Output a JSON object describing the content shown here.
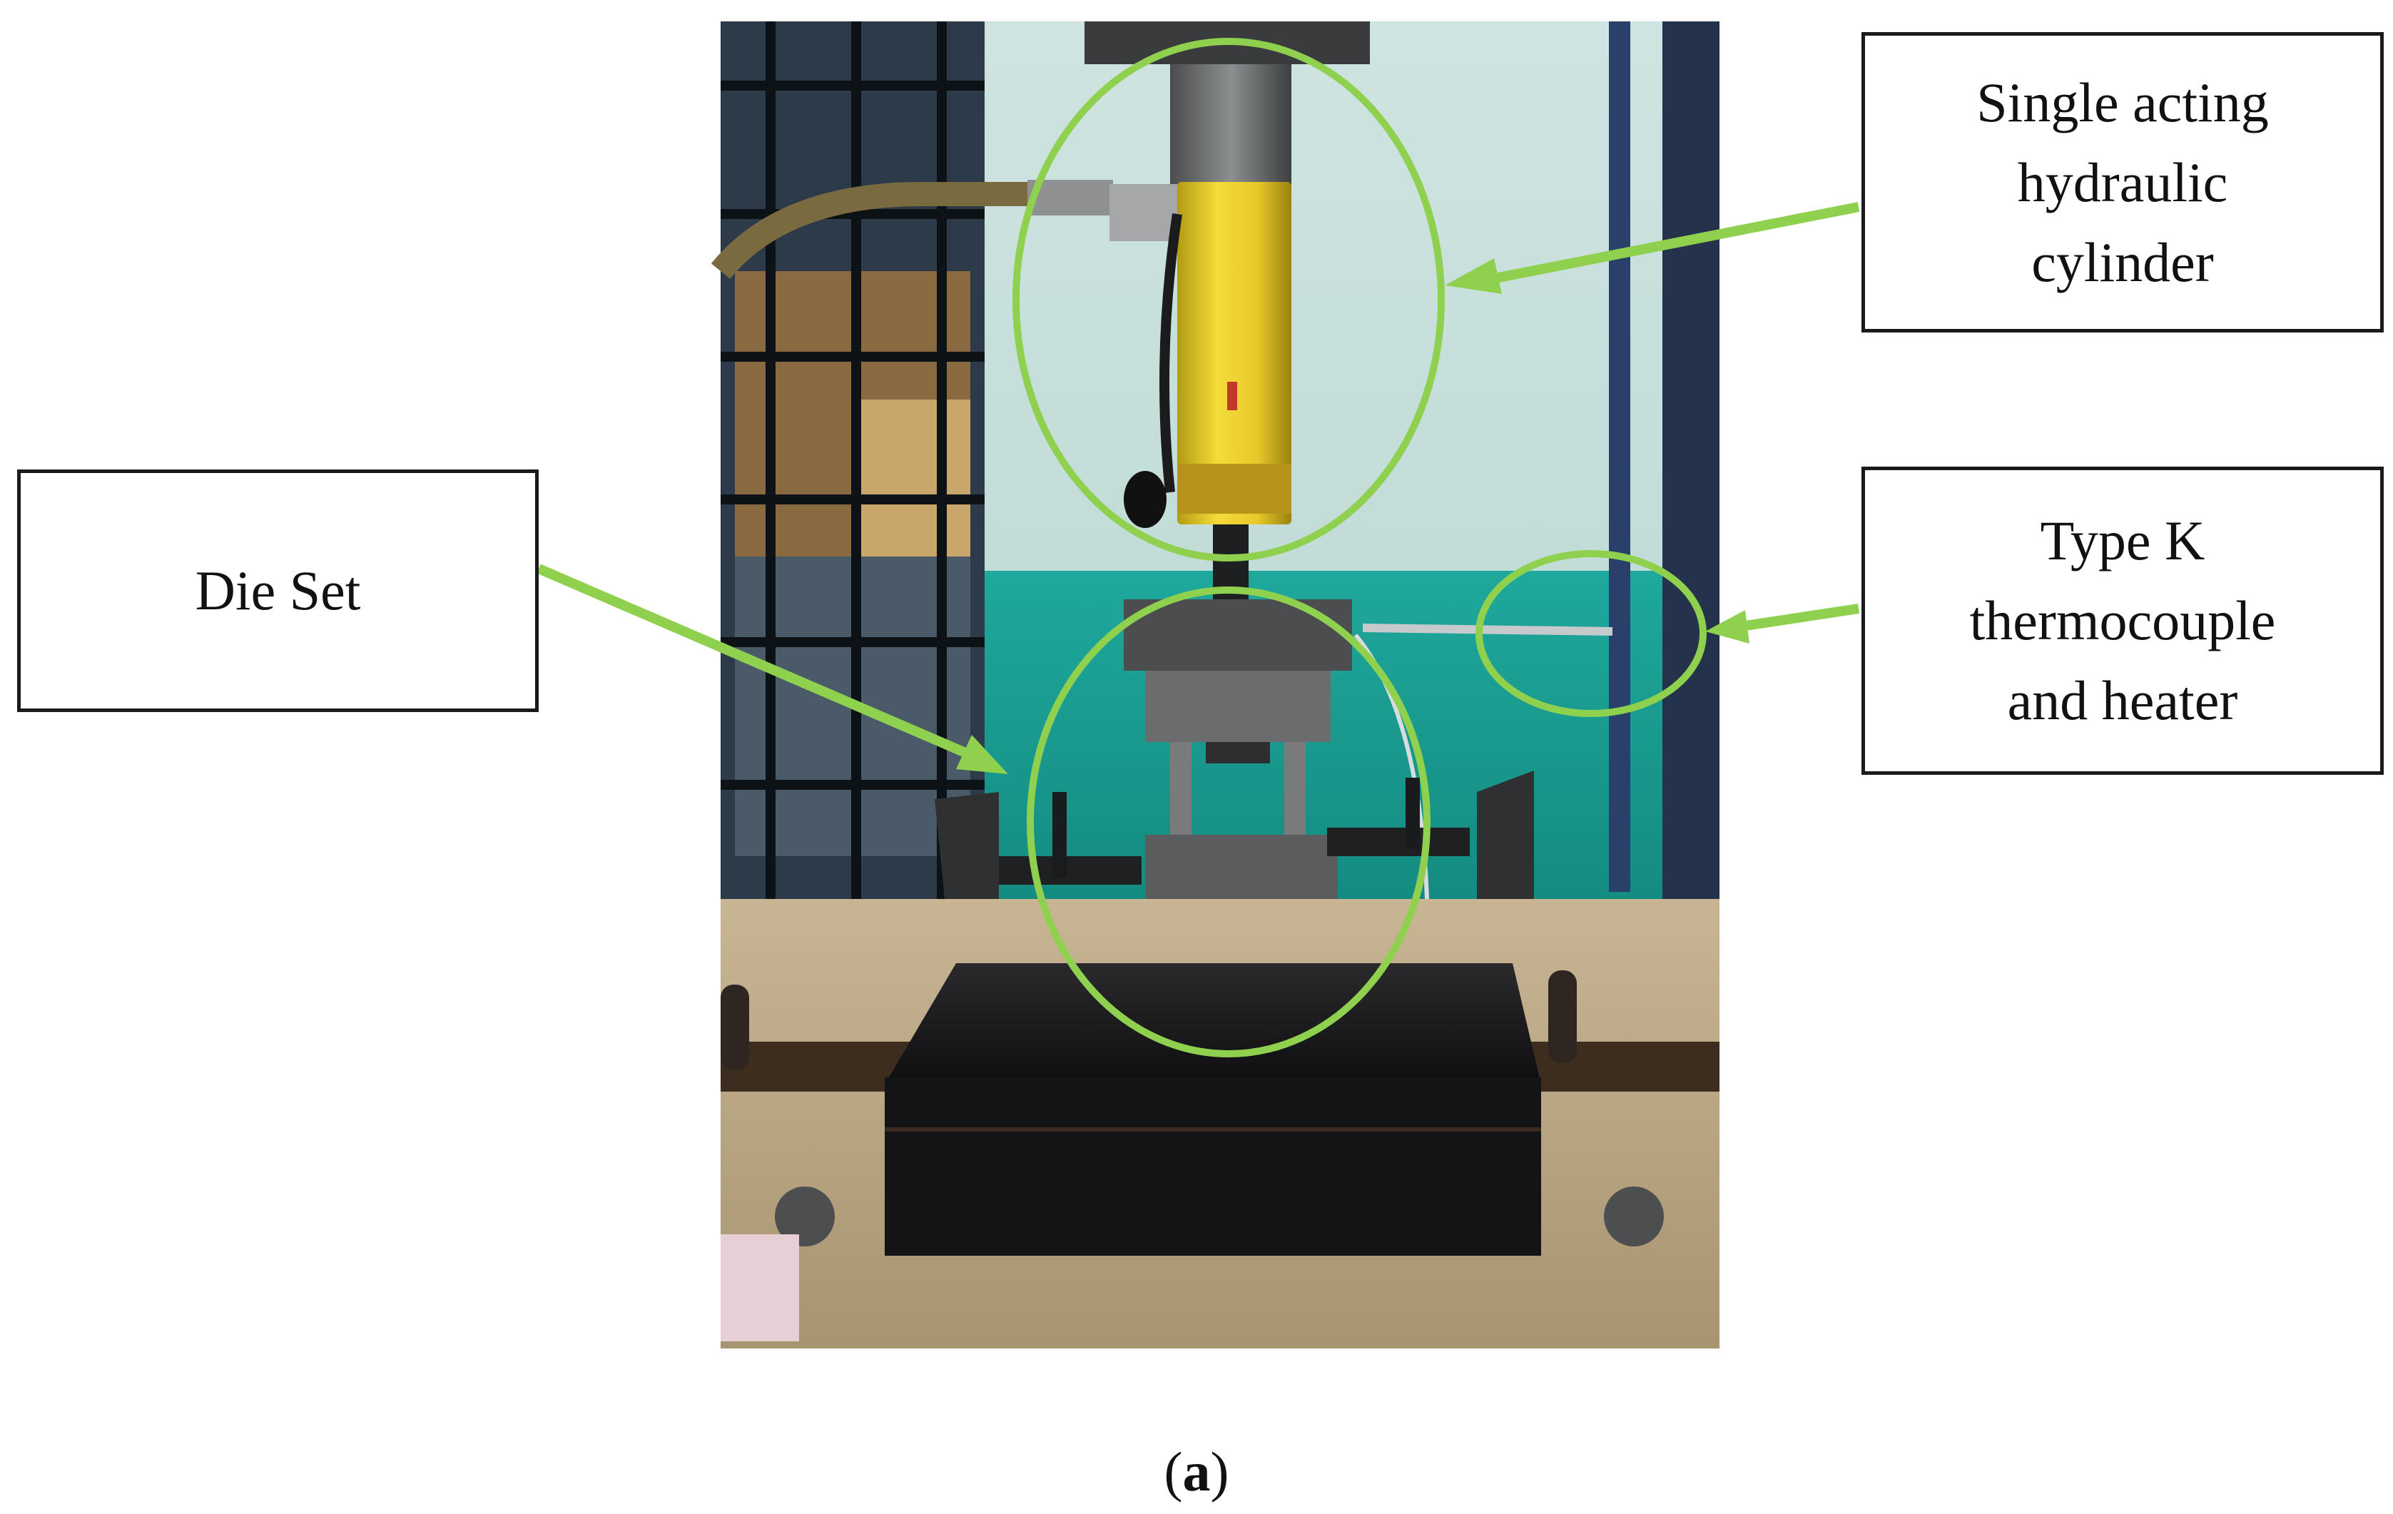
{
  "labels": {
    "cylinder": [
      "Single acting",
      "hydraulic",
      "cylinder"
    ],
    "die_set": [
      "Die Set"
    ],
    "thermocouple": [
      "Type K",
      "thermocouple",
      "and heater"
    ]
  },
  "caption": {
    "open": "(",
    "letter": "a",
    "close": ")"
  },
  "colors": {
    "highlight": "#8fd14f",
    "box_border": "#1a1a1a"
  }
}
